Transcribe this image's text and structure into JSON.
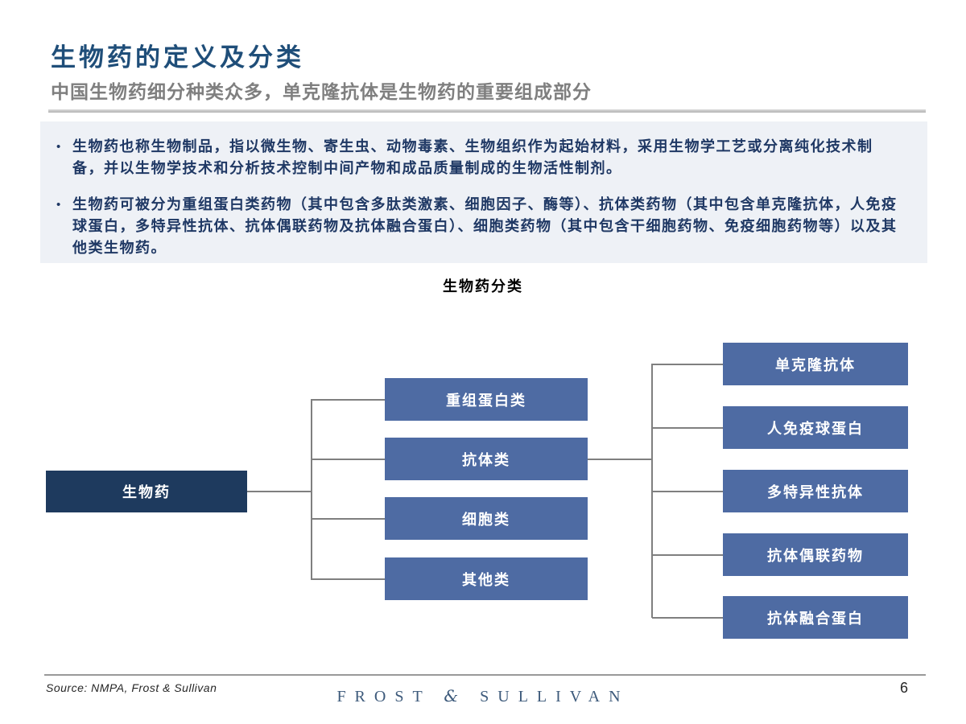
{
  "slide": {
    "title": "生物药的定义及分类",
    "subtitle": "中国生物药细分种类众多，单克隆抗体是生物药的重要组成部分",
    "bullets": [
      "生物药也称生物制品，指以微生物、寄生虫、动物毒素、生物组织作为起始材料，采用生物学工艺或分离纯化技术制备，并以生物学技术和分析技术控制中间产物和成品质量制成的生物活性制剂。",
      "生物药可被分为重组蛋白类药物（其中包含多肽类激素、细胞因子、酶等）、抗体类药物（其中包含单克隆抗体，人免疫球蛋白，多特异性抗体、抗体偶联药物及抗体融合蛋白）、细胞类药物（其中包含干细胞药物、免疫细胞药物等）以及其他类生物药。"
    ],
    "bullet_marker": "•",
    "diagram": {
      "title": "生物药分类",
      "root": "生物药",
      "level2": [
        "重组蛋白类",
        "抗体类",
        "细胞类",
        "其他类"
      ],
      "level3_parent": "抗体类",
      "level3": [
        "单克隆抗体",
        "人免疫球蛋白",
        "多特异性抗体",
        "抗体偶联药物",
        "抗体融合蛋白"
      ]
    },
    "footer": {
      "source": "Source: NMPA,  Frost & Sullivan",
      "brand_frost": "FROST",
      "brand_amp": "&",
      "brand_sullivan": "SULLIVAN",
      "page": "6"
    },
    "colors": {
      "title_blue": "#1f4e79",
      "subtitle_gray": "#7f7f7f",
      "panel_bg": "#eef1f6",
      "body_navy": "#1f3864",
      "root_box": "#1e3a5e",
      "branch_box": "#4e6ba3",
      "connector": "#7f7f7f",
      "brand_navy": "#3d5a7b"
    }
  }
}
